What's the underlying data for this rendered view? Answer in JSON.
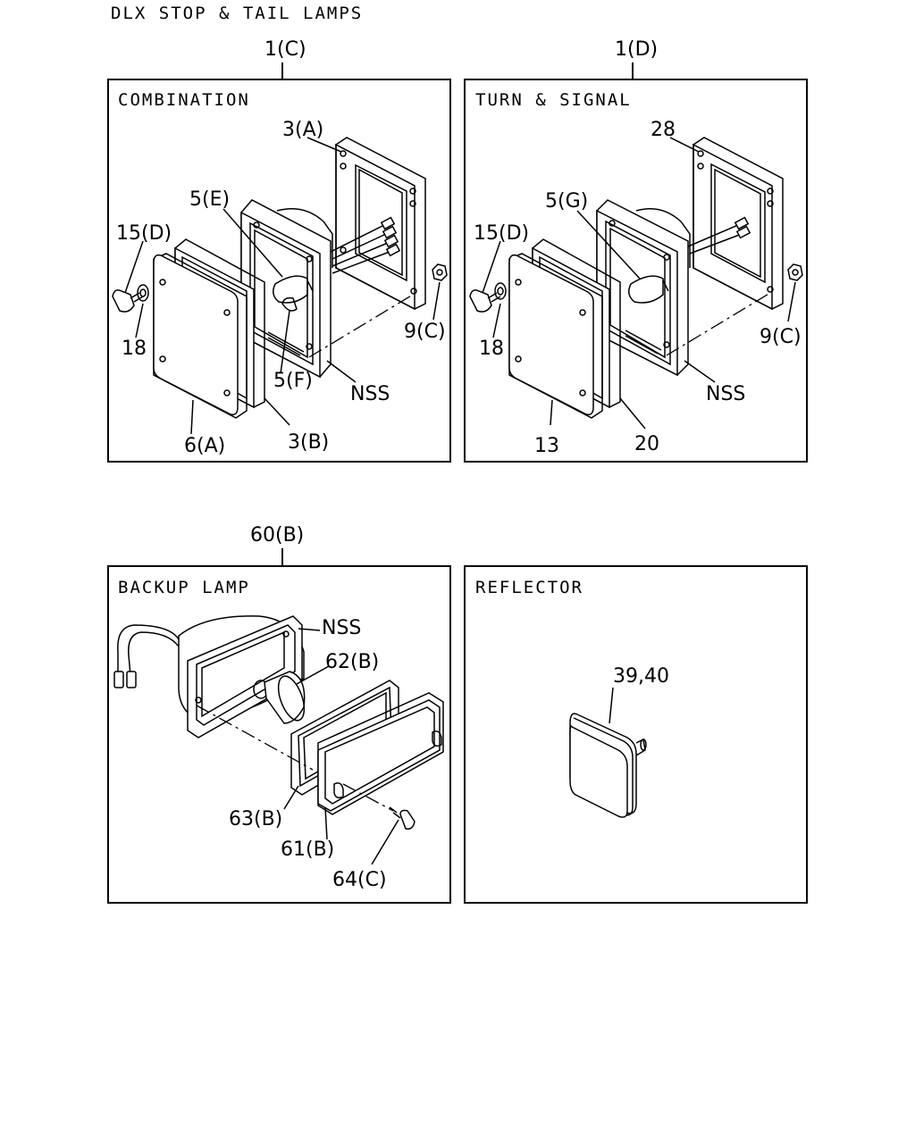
{
  "page": {
    "title": "DLX STOP & TAIL LAMPS"
  },
  "panels": {
    "combination": {
      "ref": "1(C)",
      "title": "COMBINATION",
      "callouts": [
        "3(A)",
        "5(E)",
        "15(D)",
        "18",
        "9(C)",
        "5(F)",
        "NSS",
        "6(A)",
        "3(B)"
      ]
    },
    "turn_signal": {
      "ref": "1(D)",
      "title": "TURN & SIGNAL",
      "callouts": [
        "28",
        "5(G)",
        "15(D)",
        "18",
        "9(C)",
        "NSS",
        "13",
        "20"
      ]
    },
    "backup_lamp": {
      "ref": "60(B)",
      "title": "BACKUP LAMP",
      "callouts": [
        "NSS",
        "62(B)",
        "63(B)",
        "61(B)",
        "64(C)"
      ]
    },
    "reflector": {
      "title": "REFLECTOR",
      "callouts": [
        "39,40"
      ]
    }
  }
}
